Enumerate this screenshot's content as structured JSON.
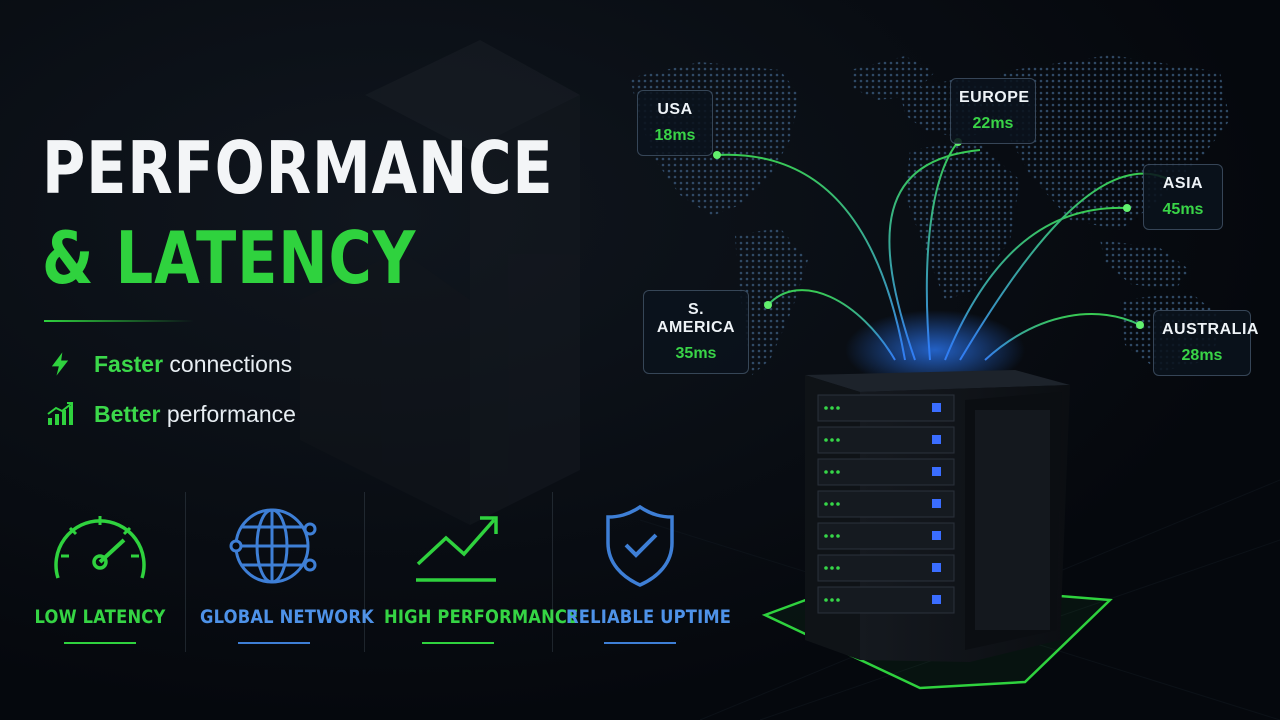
{
  "heading": {
    "line1": "PERFORMANCE",
    "line2": "& LATENCY"
  },
  "features": [
    {
      "highlight": "Faster",
      "rest": " connections",
      "icon": "lightning-icon"
    },
    {
      "highlight": "Better",
      "rest": " performance",
      "icon": "bar-chart-icon"
    }
  ],
  "metrics": [
    {
      "label": "LOW LATENCY",
      "icon": "speedometer-icon",
      "color": "#35d444"
    },
    {
      "label": "GLOBAL NETWORK",
      "icon": "globe-icon",
      "color": "#4e92e8"
    },
    {
      "label": "HIGH PERFORMANCE",
      "icon": "trend-up-icon",
      "color": "#35d444"
    },
    {
      "label": "RELIABLE UPTIME",
      "icon": "shield-check-icon",
      "color": "#4e92e8"
    }
  ],
  "locations": [
    {
      "name": "USA",
      "latency": "18ms"
    },
    {
      "name": "EUROPE",
      "latency": "22ms"
    },
    {
      "name": "ASIA",
      "latency": "45ms"
    },
    {
      "name": "S. AMERICA",
      "latency": "35ms"
    },
    {
      "name": "AUSTRALIA",
      "latency": "28ms"
    }
  ],
  "colors": {
    "accent_green": "#2fd23e",
    "accent_blue": "#3e7fd6",
    "background": "#05080d"
  }
}
